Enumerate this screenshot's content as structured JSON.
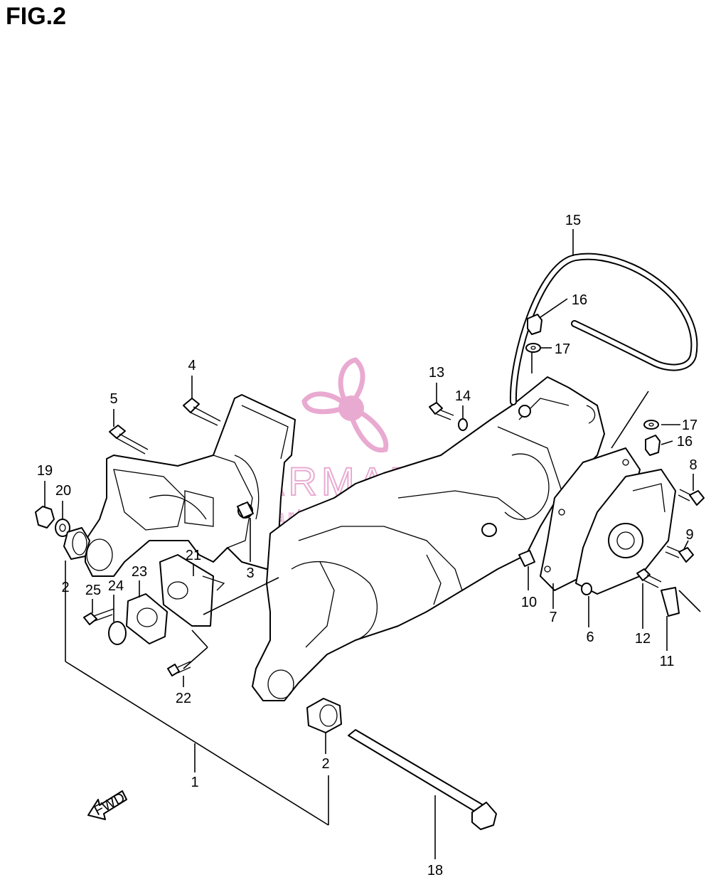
{
  "figure": {
    "title": "FIG.2"
  },
  "watermark": {
    "brand": "ARMADA",
    "tagline": "marine outboards",
    "color": "#e8a6cf",
    "icon": "propeller-icon"
  },
  "fwd_arrow": {
    "label": "FWD",
    "icon": "fwd-arrow-icon"
  },
  "callouts": {
    "c1": "1",
    "c2a": "2",
    "c2b": "2",
    "c3": "3",
    "c4": "4",
    "c5": "5",
    "c6": "6",
    "c7": "7",
    "c8": "8",
    "c9": "9",
    "c10": "10",
    "c11": "11",
    "c12": "12",
    "c13": "13",
    "c14": "14",
    "c15": "15",
    "c16a": "16",
    "c16b": "16",
    "c17a": "17",
    "c17b": "17",
    "c18": "18",
    "c19": "19",
    "c20": "20",
    "c21": "21",
    "c22": "22",
    "c23": "23",
    "c24": "24",
    "c25": "25"
  }
}
